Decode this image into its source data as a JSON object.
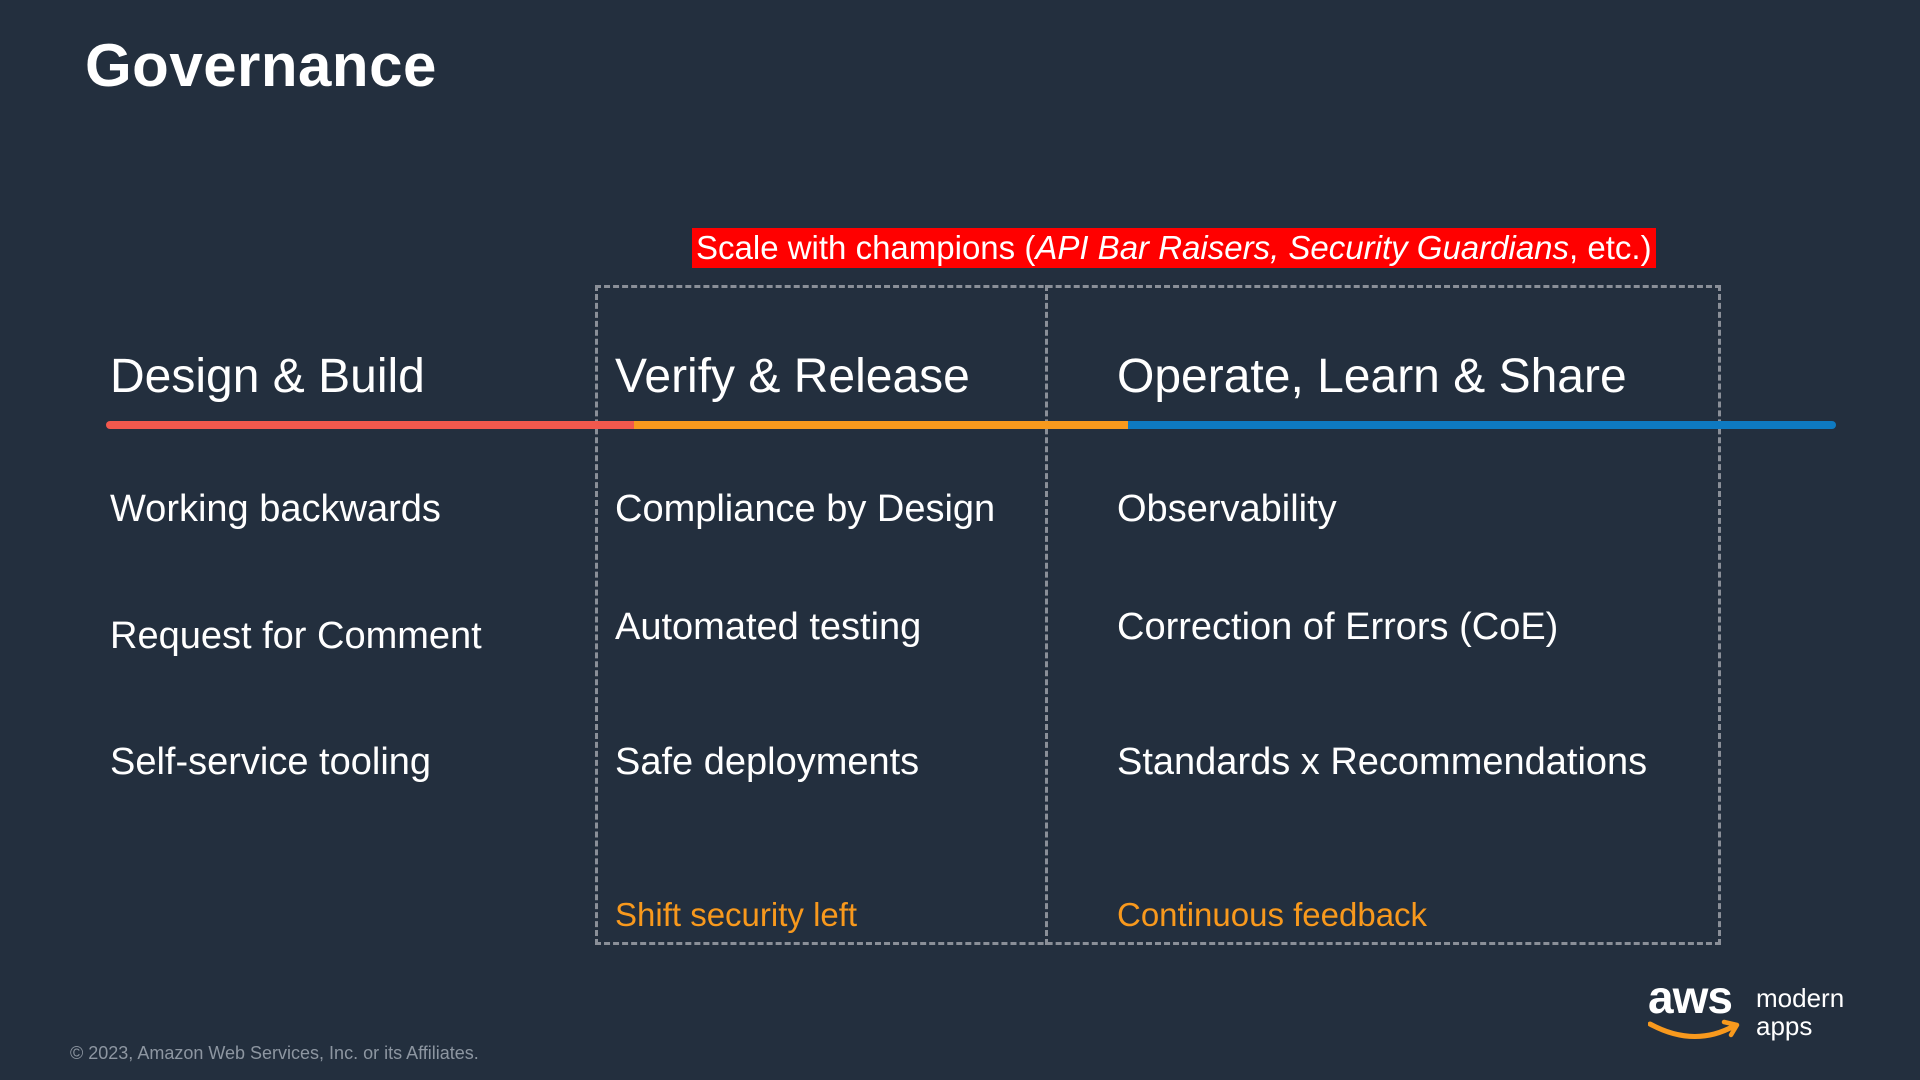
{
  "title": "Governance",
  "banner": {
    "prefix": "Scale with champions (",
    "italic": "API Bar Raisers, Security Guardians",
    "suffix": ", etc.)",
    "background": "#ff0000"
  },
  "columns": [
    {
      "heading": "Design & Build",
      "bar_color": "#f2584d",
      "items": [
        "Working backwards",
        "Request for Comment",
        "Self-service tooling"
      ],
      "note": ""
    },
    {
      "heading": "Verify & Release",
      "bar_color": "#f8991d",
      "items": [
        "Compliance by Design",
        "Automated testing",
        "Safe deployments"
      ],
      "note": "Shift security left"
    },
    {
      "heading": "Operate, Learn & Share",
      "bar_color": "#0e7ac1",
      "items": [
        "Observability",
        "Correction of Errors (CoE)",
        "Standards x Recommendations"
      ],
      "note": "Continuous feedback"
    }
  ],
  "footer": "© 2023, Amazon Web Services, Inc. or its Affiliates.",
  "logo": {
    "wordmark": "aws",
    "line1": "modern",
    "line2": "apps",
    "accent": "#f8991d"
  },
  "colors": {
    "background": "#232f3e",
    "note": "#f8991d",
    "dashed_border": "#8a8f98"
  }
}
